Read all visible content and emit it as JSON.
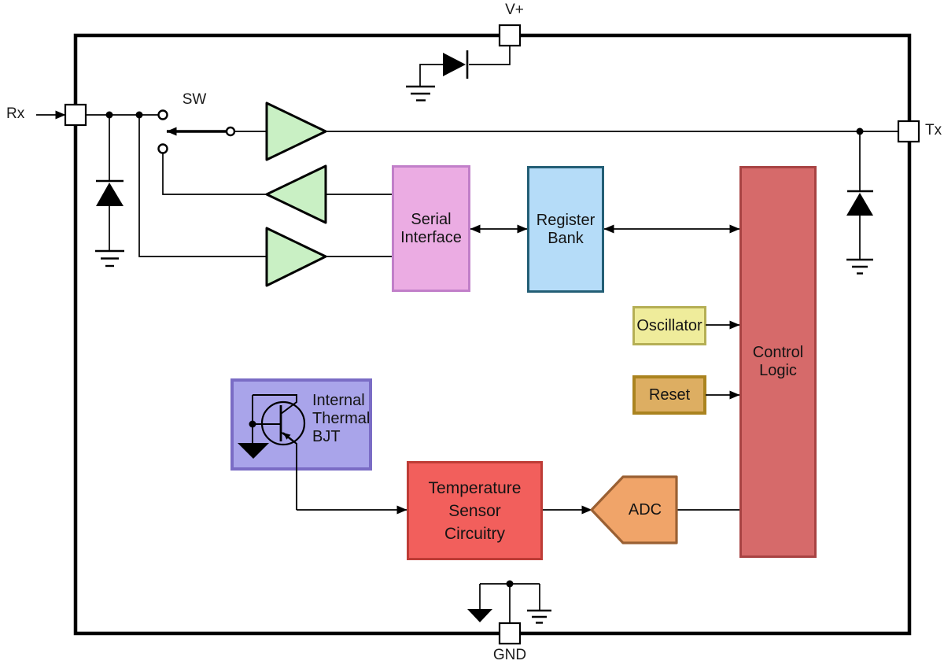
{
  "diagram": {
    "pins": {
      "rx": {
        "label": "Rx"
      },
      "vplus": {
        "label": "V+"
      },
      "tx": {
        "label": "Tx"
      },
      "gnd": {
        "label": "GND"
      }
    },
    "switch": {
      "label": "SW"
    },
    "blocks": {
      "serial_interface": {
        "label": "Serial\nInterface",
        "fill": "#EBACE3",
        "border": "#C17FC9"
      },
      "register_bank": {
        "label": "Register\nBank",
        "fill": "#B5DCF8",
        "border": "#235E75"
      },
      "control_logic": {
        "label": "Control\nLogic",
        "fill": "#D66A6A",
        "border": "#A84343"
      },
      "oscillator": {
        "label": "Oscillator",
        "fill": "#EFEC9B",
        "border": "#B5AF55"
      },
      "reset": {
        "label": "Reset",
        "fill": "#DDAE62",
        "border": "#AA831F"
      },
      "thermal_bjt": {
        "label": "Internal\nThermal\nBJT",
        "fill": "#A9A4EA",
        "border": "#7A6CC5"
      },
      "temp_sensor": {
        "label": "Temperature\nSensor\nCircuitry",
        "fill": "#F25F5C",
        "border": "#BE3C36"
      },
      "adc": {
        "label": "ADC",
        "fill": "#F0A469",
        "border": "#9A6033"
      }
    },
    "buffers": {
      "fill": "#C9F0C4",
      "border": "#000000"
    },
    "wire_color": "#000000"
  }
}
